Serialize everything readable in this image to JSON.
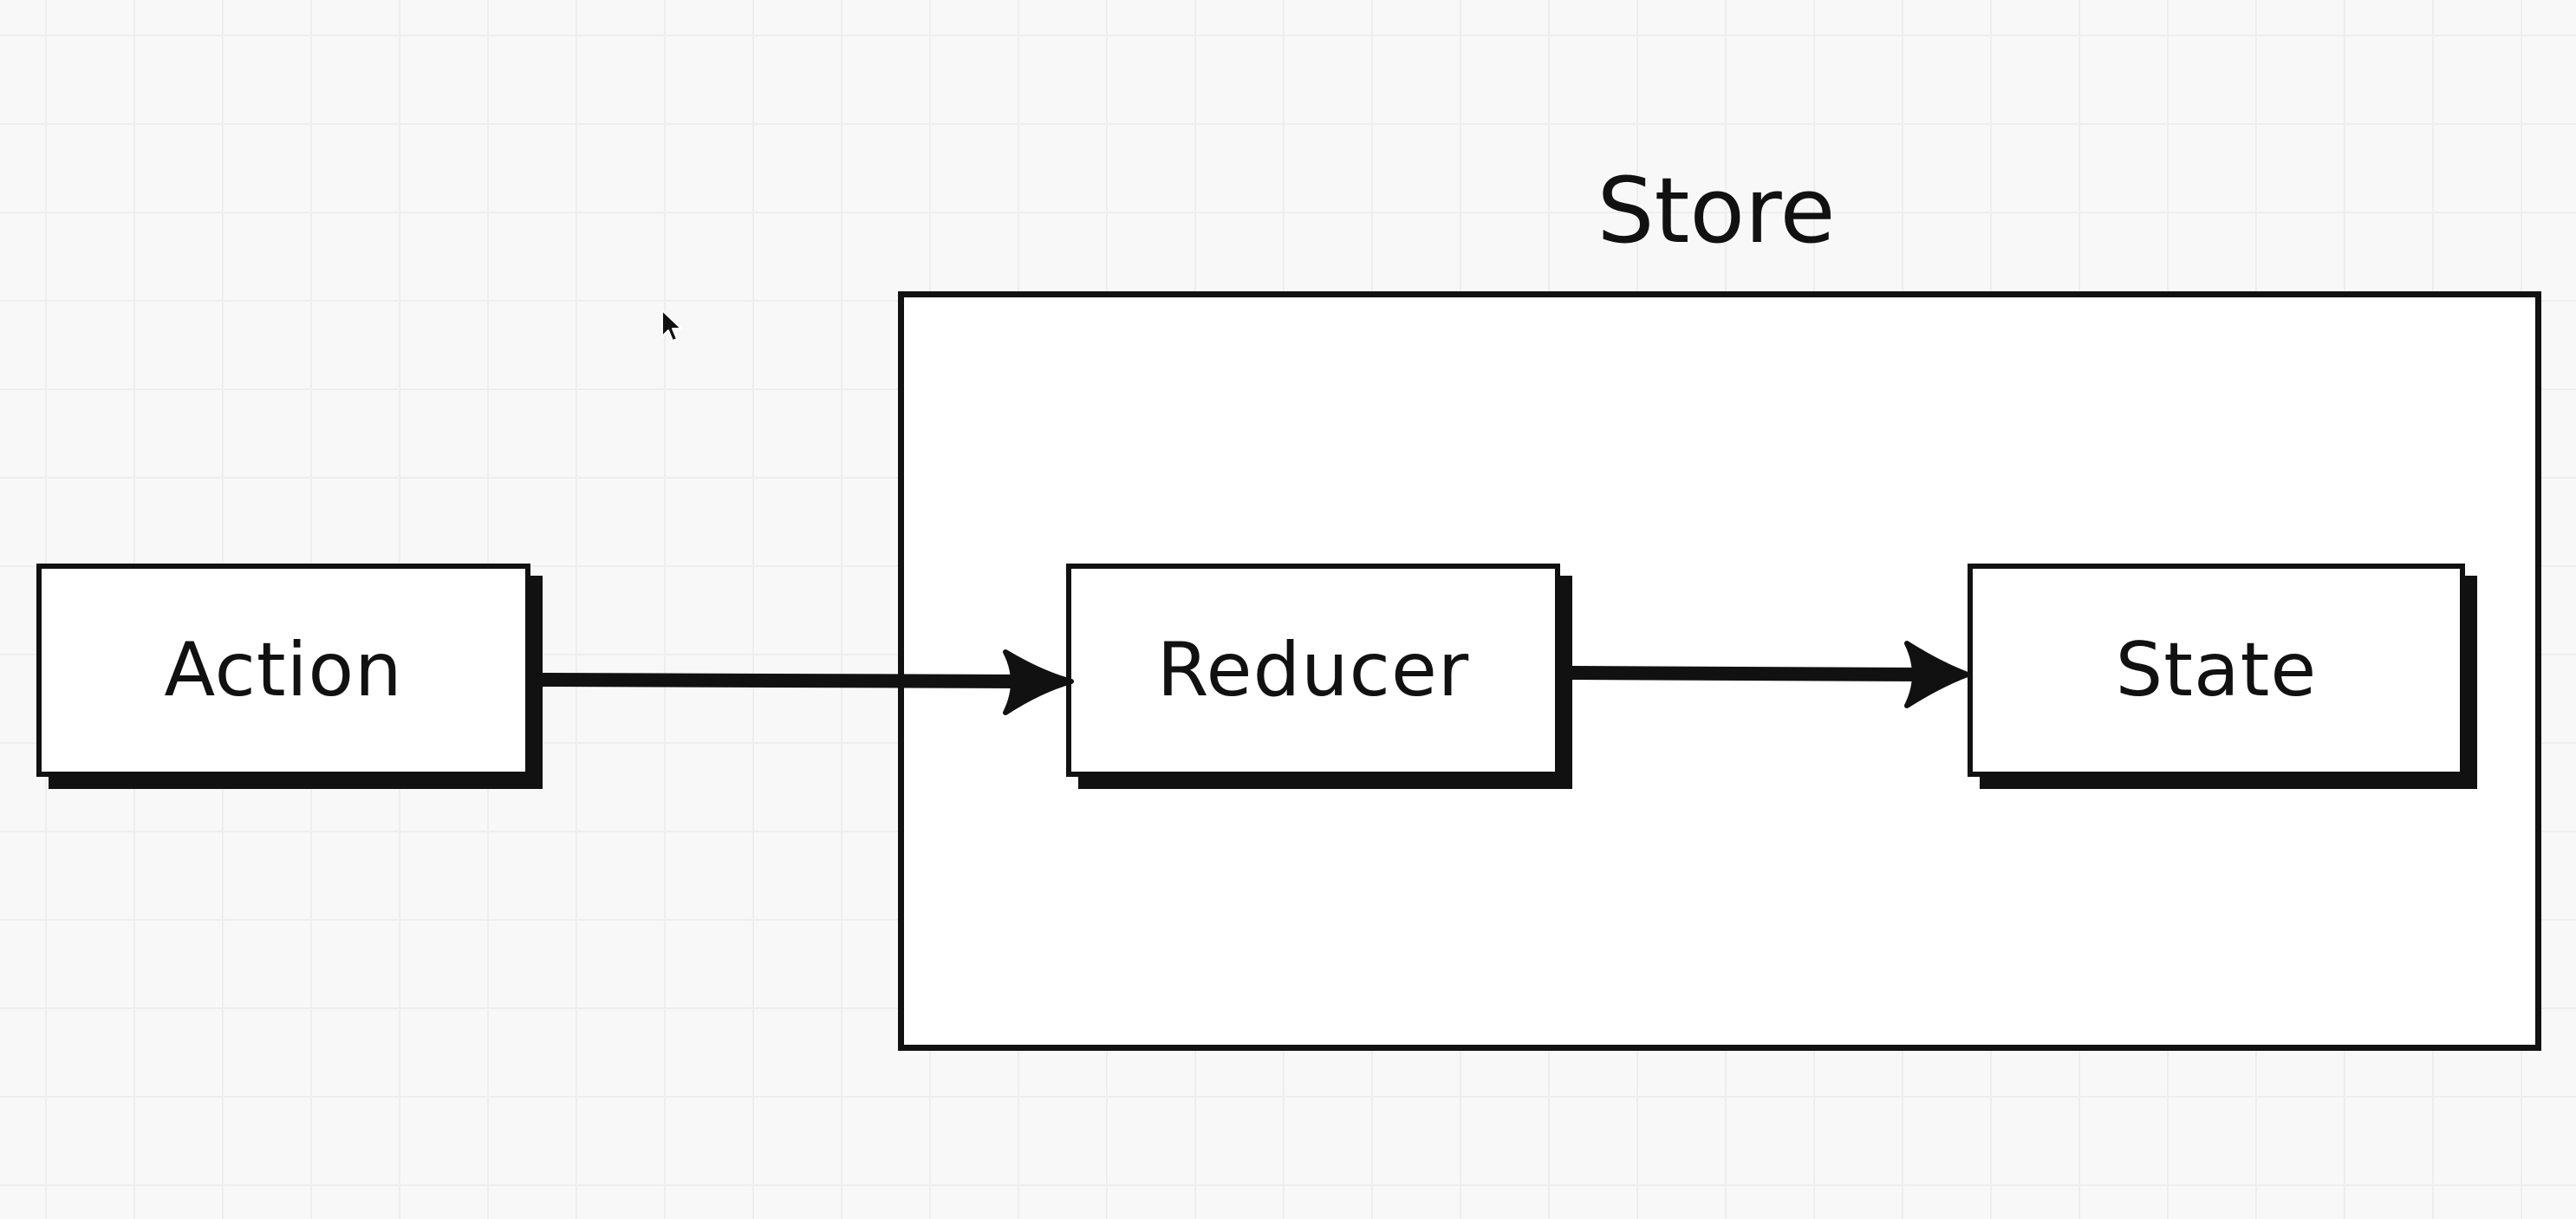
{
  "diagram": {
    "container": {
      "title": "Store"
    },
    "nodes": {
      "action": "Action",
      "reducer": "Reducer",
      "state": "State"
    },
    "edges": [
      {
        "from": "Action",
        "to": "Reducer"
      },
      {
        "from": "Reducer",
        "to": "State"
      }
    ]
  },
  "colors": {
    "ink": "#111111",
    "canvas": "#f8f8f8",
    "box_fill": "#ffffff"
  }
}
